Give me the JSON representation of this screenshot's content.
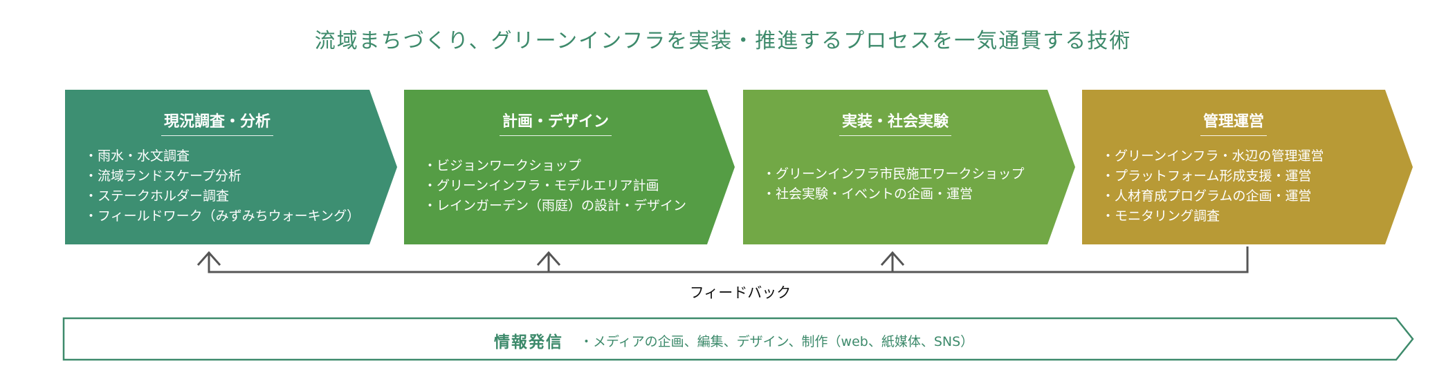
{
  "title": "流域まちづくり、グリーンインフラを実装・推進するプロセスを一気通貫する技術",
  "stages": [
    {
      "title": "現況調査・分析",
      "color": "#3d8f72",
      "items": [
        "雨水・水文調査",
        "流域ランドスケープ分析",
        "ステークホルダー調査",
        "フィールドワーク（みずみちウォーキング）"
      ]
    },
    {
      "title": "計画・デザイン",
      "color": "#559d45",
      "items": [
        "ビジョンワークショップ",
        "グリーンインフラ・モデルエリア計画",
        "レインガーデン（雨庭）の設計・デザイン"
      ]
    },
    {
      "title": "実装・社会実験",
      "color": "#72a846",
      "items": [
        "グリーンインフラ市民施工ワークショップ",
        "社会実験・イベントの企画・運営"
      ]
    },
    {
      "title": "管理運営",
      "color": "#b89a36",
      "items": [
        "グリーンインフラ・水辺の管理運営",
        "プラットフォーム形成支援・運営",
        "人材育成プログラムの企画・運営",
        "モニタリング調査"
      ]
    }
  ],
  "feedback": {
    "label": "フィードバック",
    "color": "#555555"
  },
  "info": {
    "label": "情報発信",
    "text": "メディアの企画、編集、デザイン、制作（web、紙媒体、SNS）",
    "color": "#3d8a6b"
  }
}
